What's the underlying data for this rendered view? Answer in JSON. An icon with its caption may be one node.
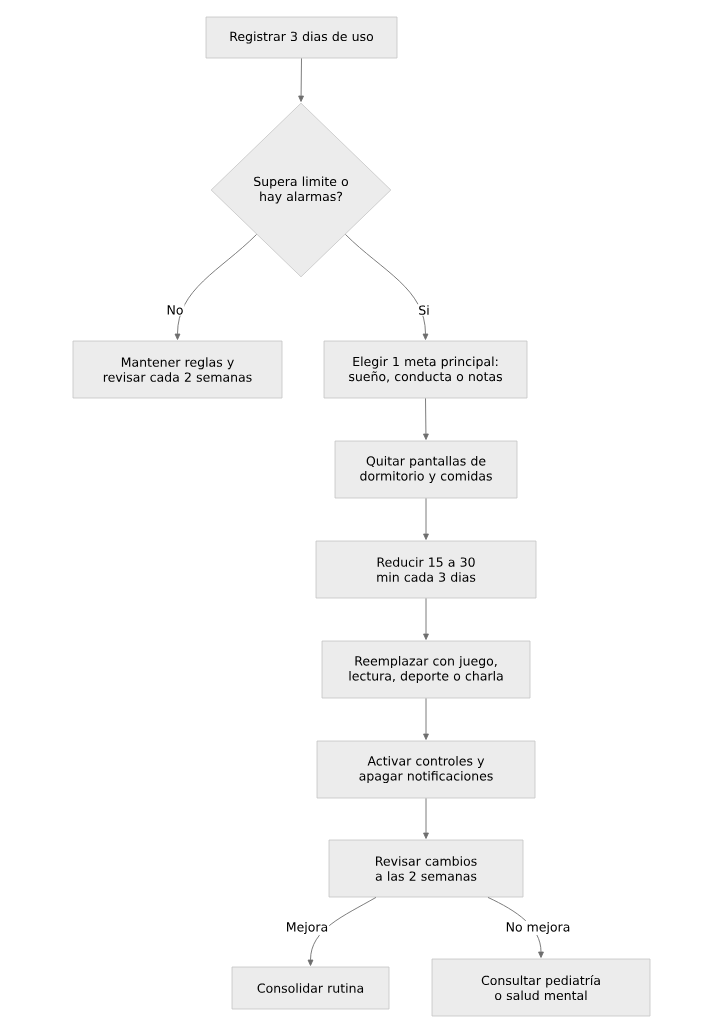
{
  "diagram": {
    "nodes": [
      {
        "text": [
          "Registrar 3 dias de uso"
        ]
      },
      {
        "text": [
          "Supera limite o hay alarmas?"
        ]
      },
      {
        "text": [
          "Mantener reglas y revisar cada 2 semanas"
        ]
      },
      {
        "text": [
          "Elegir 1 meta principal: sueño, conducta o notas"
        ]
      },
      {
        "text": [
          "Quitar pantallas de dormitorio y comidas"
        ]
      },
      {
        "text": [
          "Reducir 15 a 30 min cada 3 dias"
        ]
      },
      {
        "text": [
          "Reemplazar con juego, lectura, deporte o charla"
        ]
      },
      {
        "text": [
          "Activar controles y apagar notificaciones"
        ]
      },
      {
        "text": [
          "Revisar cambios a las 2 semanas"
        ]
      },
      {
        "text": [
          "Consolidar rutina"
        ]
      },
      {
        "text": [
          "Consultar pediatría o salud mental"
        ]
      }
    ],
    "edges": [
      {
        "from": 0,
        "to": 1,
        "arrow": "to"
      },
      {
        "from": 1,
        "to": 2,
        "arrow": "to",
        "label": "No"
      },
      {
        "from": 1,
        "to": 3,
        "arrow": "to",
        "label": "Si"
      },
      {
        "from": 3,
        "to": 4,
        "arrow": "to"
      },
      {
        "from": 4,
        "to": 5,
        "arrow": "to"
      },
      {
        "from": 5,
        "to": 6,
        "arrow": "to"
      },
      {
        "from": 6,
        "to": 7,
        "arrow": "to"
      },
      {
        "from": 7,
        "to": 8,
        "arrow": "to"
      },
      {
        "from": 8,
        "to": 9,
        "arrow": "to",
        "label": "Mejora"
      },
      {
        "from": 8,
        "to": 10,
        "arrow": "to",
        "label": "No mejora"
      }
    ]
  }
}
